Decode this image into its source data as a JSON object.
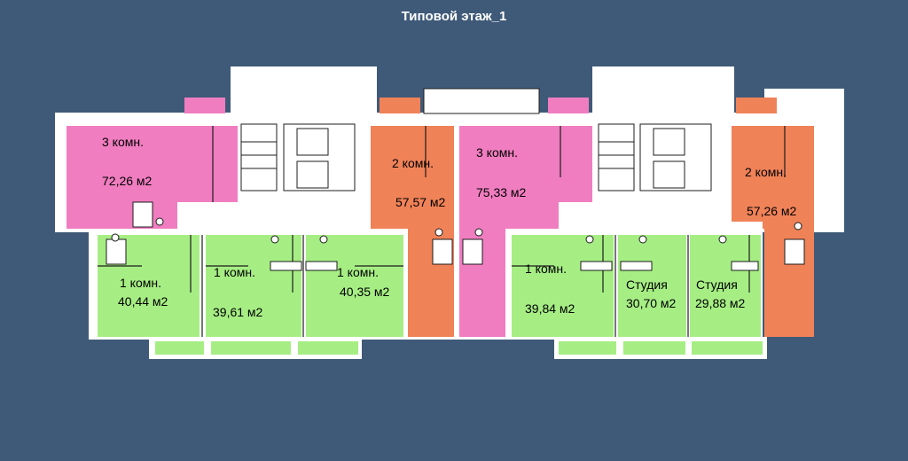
{
  "title": "Типовой этаж_1",
  "colors": {
    "background": "#3f5a78",
    "three_room": "#f07dc0",
    "two_room": "#f08258",
    "one_room": "#a6ee84",
    "studio": "#a6ee84",
    "walls": "#ffffff"
  },
  "apartments": [
    {
      "id": "apt-3k-left",
      "type": "3 комн.",
      "area": "72,26 м2",
      "category": "three_room"
    },
    {
      "id": "apt-2k-left",
      "type": "2 комн.",
      "area": "57,57 м2",
      "category": "two_room"
    },
    {
      "id": "apt-3k-mid",
      "type": "3 комн.",
      "area": "75,33 м2",
      "category": "three_room"
    },
    {
      "id": "apt-2k-right",
      "type": "2 комн.",
      "area": "57,26 м2",
      "category": "two_room"
    },
    {
      "id": "apt-1k-a",
      "type": "1 комн.",
      "area": "40,44 м2",
      "category": "one_room"
    },
    {
      "id": "apt-1k-b",
      "type": "1 комн.",
      "area": "39,61 м2",
      "category": "one_room"
    },
    {
      "id": "apt-1k-c",
      "type": "1 комн.",
      "area": "40,35 м2",
      "category": "one_room"
    },
    {
      "id": "apt-1k-d",
      "type": "1 комн.",
      "area": "39,84 м2",
      "category": "one_room"
    },
    {
      "id": "apt-studio-a",
      "type": "Студия",
      "area": "30,70 м2",
      "category": "studio"
    },
    {
      "id": "apt-studio-b",
      "type": "Студия",
      "area": "29,88 м2",
      "category": "studio"
    }
  ]
}
